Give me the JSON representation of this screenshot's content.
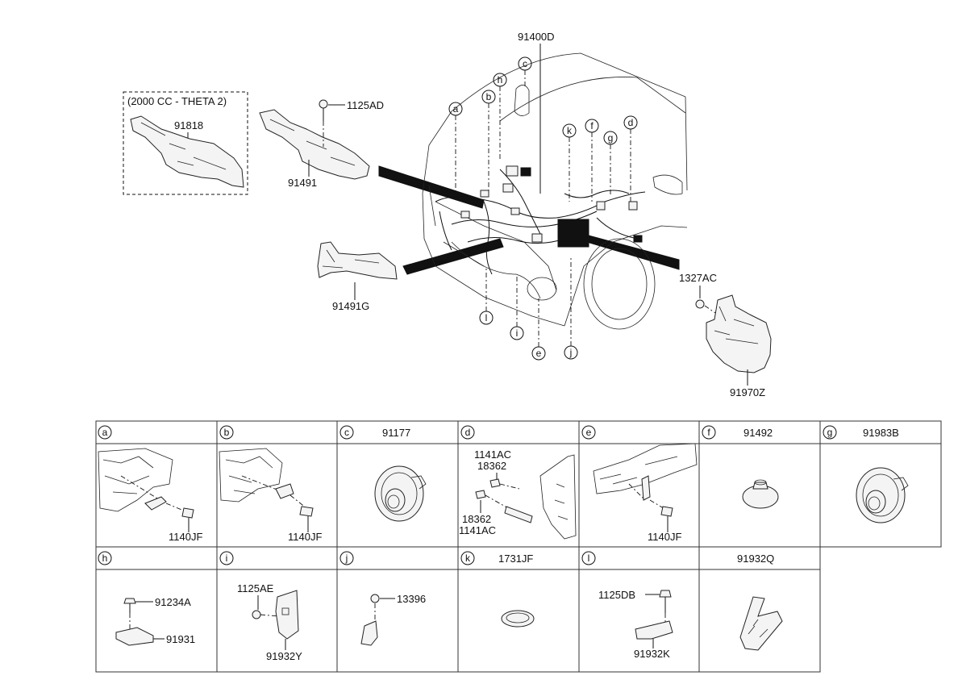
{
  "diagram": {
    "top": {
      "engine_note": "(2000 CC - THETA 2)",
      "parts": {
        "p91818": "91818",
        "p91491": "91491",
        "p1125AD": "1125AD",
        "p91400D": "91400D",
        "p91491G": "91491G",
        "p1327AC": "1327AC",
        "p91970Z": "91970Z"
      },
      "callouts": [
        "a",
        "b",
        "c",
        "d",
        "e",
        "f",
        "g",
        "h",
        "i",
        "j",
        "k",
        "l"
      ]
    },
    "panels": {
      "a": {
        "key": "a",
        "title": "",
        "parts": [
          "1140JF"
        ]
      },
      "b": {
        "key": "b",
        "title": "",
        "parts": [
          "1140JF"
        ]
      },
      "c": {
        "key": "c",
        "title": "91177",
        "parts": []
      },
      "d": {
        "key": "d",
        "title": "",
        "parts": [
          "1141AC",
          "18362",
          "18362",
          "1141AC"
        ]
      },
      "e": {
        "key": "e",
        "title": "",
        "parts": [
          "1140JF"
        ]
      },
      "f": {
        "key": "f",
        "title": "91492",
        "parts": []
      },
      "g": {
        "key": "g",
        "title": "91983B",
        "parts": []
      },
      "h": {
        "key": "h",
        "title": "",
        "parts": [
          "91234A",
          "91931"
        ]
      },
      "i": {
        "key": "i",
        "title": "",
        "parts": [
          "1125AE",
          "91932Y"
        ]
      },
      "j": {
        "key": "j",
        "title": "",
        "parts": [
          "13396"
        ]
      },
      "k": {
        "key": "k",
        "title": "1731JF",
        "parts": []
      },
      "l": {
        "key": "l",
        "title": "",
        "parts": [
          "1125DB",
          "91932K"
        ]
      },
      "m": {
        "key": "",
        "title": "91932Q",
        "parts": []
      }
    }
  }
}
